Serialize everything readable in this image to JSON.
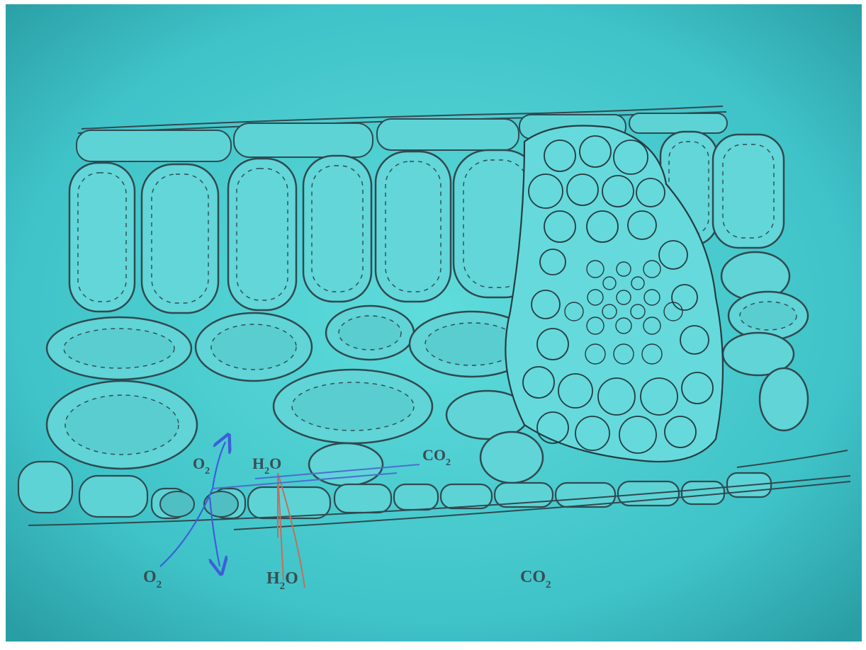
{
  "diagram": {
    "labels": {
      "o2_upper": {
        "base": "O",
        "sub": "2"
      },
      "h2o_upper": {
        "base": "H",
        "sub": "2",
        "tail": "O"
      },
      "co2_upper": {
        "base": "CO",
        "sub": "2"
      },
      "o2_lower": {
        "base": "O",
        "sub": "2"
      },
      "h2o_lower": {
        "base": "H",
        "sub": "2",
        "tail": "O"
      },
      "co2_lower": {
        "base": "CO",
        "sub": "2"
      }
    }
  },
  "colors": {
    "background": "#40c4c8",
    "ink": "#2f4a50",
    "cell_fill": "#63d6d9",
    "o2_arrow": "#3d5fd8",
    "h2o_arrow": "#c0705c",
    "co2_arrow": "#4a70d0"
  }
}
